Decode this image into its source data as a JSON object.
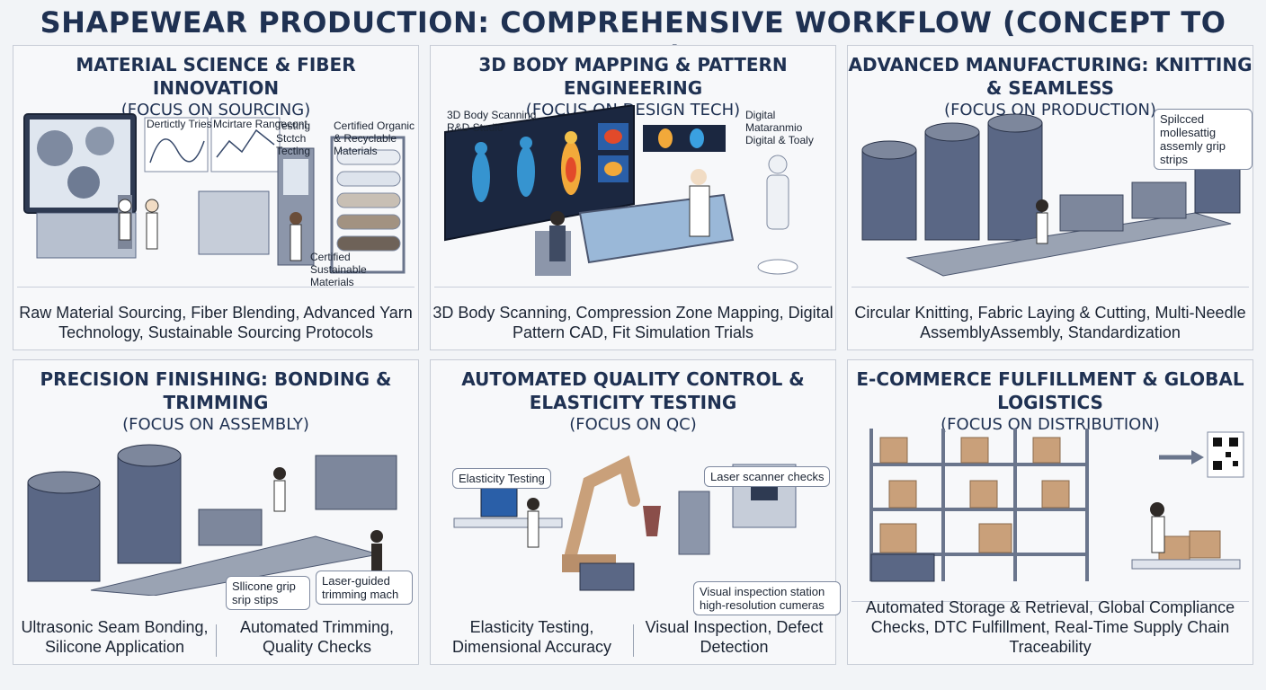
{
  "title": "SHAPEWEAR PRODUCTION: COMPREHENSIVE WORKFLOW (CONCEPT TO BULK)",
  "panels": [
    {
      "heading": "MATERIAL SCIENCE & FIBER INNOVATION",
      "focus": "(FOCUS ON SOURCING)",
      "labels": [
        "Dertictly Tries",
        "Mcirtare Rangecont",
        "Testing Stctch Tecting",
        "Certified Organic & Recyclable Materials",
        "Certified Sustainable Materials"
      ],
      "caption": "Raw Material Sourcing, Fiber Blending, Advanced Yarn Technology, Sustainable Sourcing Protocols"
    },
    {
      "heading": "3D BODY MAPPING & PATTERN ENGINEERING",
      "focus": "(FOCUS ON DESIGN TECH)",
      "labels": [
        "3D Body Scanning R&D Studio",
        "Digital Mataranmio Digital & Toaly"
      ],
      "caption": "3D Body Scanning, Compression Zone Mapping, Digital Pattern CAD, Fit Simulation Trials"
    },
    {
      "heading": "ADVANCED MANUFACTURING: KNITTING & SEAMLESS",
      "focus": "(FOCUS ON PRODUCTION)",
      "labels": [
        "Spilcced mollesattig assemly grip strips"
      ],
      "caption": "Circular Knitting, Fabric Laying & Cutting, Multi-Needle AssemblyAssembly, Standardization"
    },
    {
      "heading": "PRECISION FINISHING: BONDING & TRIMMING",
      "focus": "(FOCUS ON ASSEMBLY)",
      "labels": [
        "Sllicone grip srip stips",
        "Laser-guided trimming mach"
      ],
      "caption_left": "Ultrasonic Seam Bonding, Silicone Application",
      "caption_right": "Automated Trimming, Quality Checks"
    },
    {
      "heading": "AUTOMATED QUALITY CONTROL & ELASTICITY TESTING",
      "focus": "(FOCUS ON QC)",
      "labels": [
        "Elasticity Testing",
        "Laser scanner checks",
        "Visual inspection station high-resolution cumeras"
      ],
      "caption_left": "Elasticity Testing, Dimensional Accuracy",
      "caption_right": "Visual Inspection, Defect Detection"
    },
    {
      "heading": "E-COMMERCE FULFILLMENT & GLOBAL LOGISTICS",
      "focus": "(FOCUS ON DISTRIBUTION)",
      "labels": [],
      "caption": "Automated Storage & Retrieval, Global Compliance Checks, DTC Fulfillment, Real-Time Supply Chain Traceability"
    }
  ],
  "colors": {
    "accent": "#1f3152",
    "machine": "#5a6785",
    "heat": "#e24a2a",
    "box": "#c9a07a"
  }
}
